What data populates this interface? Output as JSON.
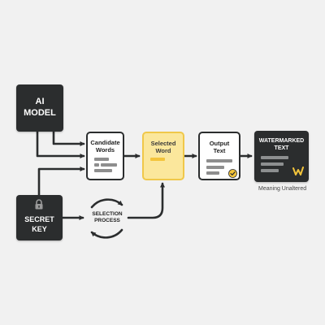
{
  "nodes": {
    "ai_model": {
      "line1": "AI",
      "line2": "MODEL"
    },
    "secret_key": {
      "line1": "SECRET",
      "line2": "KEY"
    },
    "candidate_words": {
      "line1": "Candidate",
      "line2": "Words"
    },
    "selected_word": {
      "line1": "Selected",
      "line2": "Word"
    },
    "output_text": {
      "line1": "Output",
      "line2": "Text"
    },
    "watermarked_text": {
      "line1": "WATERMARKED",
      "line2": "TEXT",
      "caption": "Meaning Unaltered"
    },
    "selection_process": {
      "line1": "SELECTION",
      "line2": "PROCESS"
    }
  },
  "icons": {
    "lock": "padlock-icon",
    "checkmark": "check-badge-icon",
    "watermark": "w-watermark-icon"
  },
  "colors": {
    "dark": "#2b2d2e",
    "highlight": "#fbe79c",
    "highlight_border": "#f0c84a",
    "accent": "#f3c43b",
    "background": "#f1f1f1"
  }
}
